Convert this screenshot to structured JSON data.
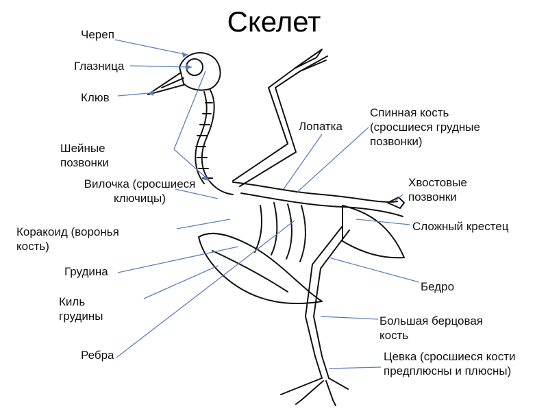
{
  "title": "Скелет",
  "labels": {
    "skull": "Череп",
    "orbit": "Глазница",
    "beak": "Клюв",
    "neck_vertebrae": "Шейные позвонки",
    "furcula": "Вилочка (сросшиеся ключицы)",
    "coracoid": "Коракоид (воронья кость)",
    "sternum": "Грудина",
    "keel": "Киль грудины",
    "ribs": "Ребра",
    "scapula": "Лопатка",
    "dorsal_bone": "Спинная кость (сросшиеся грудные позвонки)",
    "tail_vertebrae": "Хвостовые позвонки",
    "synsacrum": "Сложный крестец",
    "femur": "Бедро",
    "tibia": "Большая берцовая кость",
    "tarsus": "Цевка (сросшиеся кости предплюсны и плюсны)"
  },
  "colors": {
    "pointer": "#5a7fc0",
    "bone_stroke": "#111111",
    "background": "#ffffff"
  }
}
